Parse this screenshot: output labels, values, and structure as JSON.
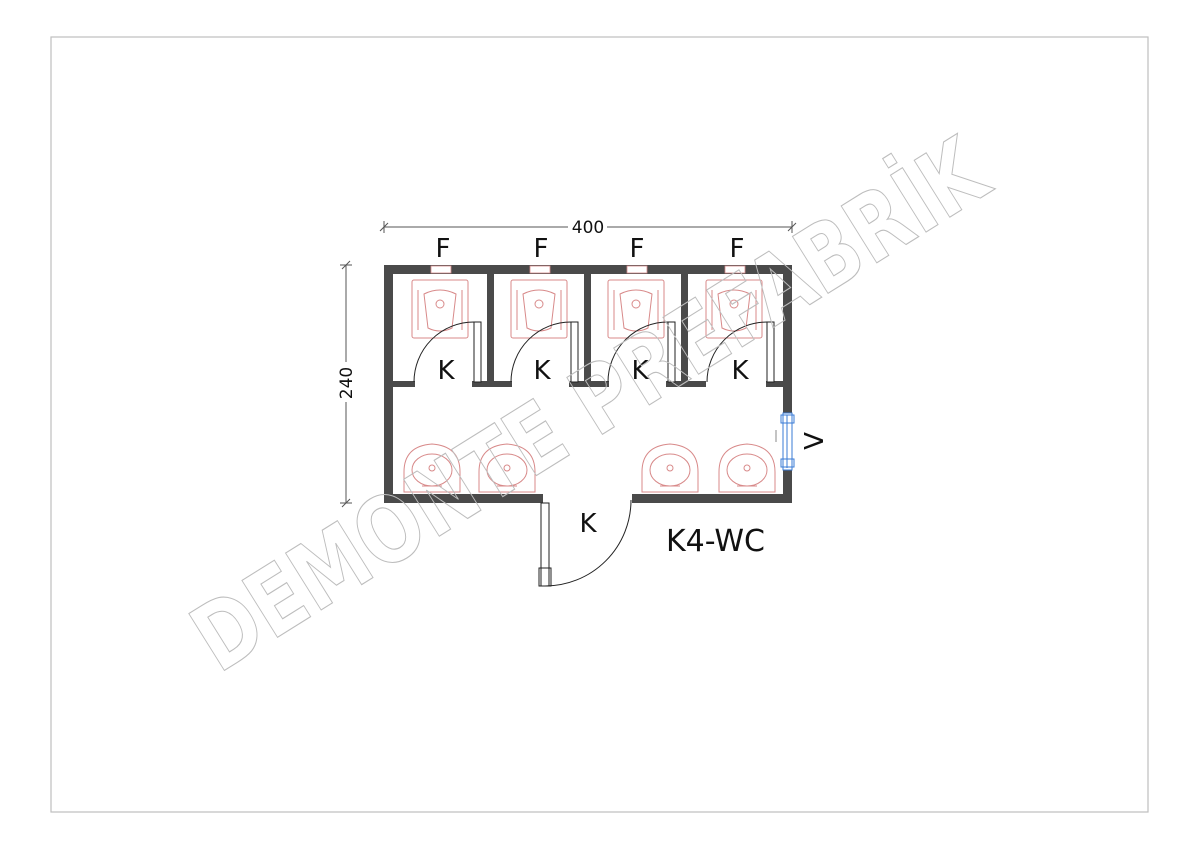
{
  "plan": {
    "model": "K4-WC",
    "width_dim": "400",
    "depth_dim": "240",
    "stall_labels": [
      "F",
      "F",
      "F",
      "F"
    ],
    "door_labels": [
      "K",
      "K",
      "K",
      "K"
    ],
    "entrance_label": "K",
    "vent_label": "V"
  },
  "watermark": "DEMONTE PREFABRİK",
  "colors": {
    "wall": "#4a4a4a",
    "fixture": "#d88a8a",
    "vent": "#3a7bd5",
    "line": "#222222"
  }
}
